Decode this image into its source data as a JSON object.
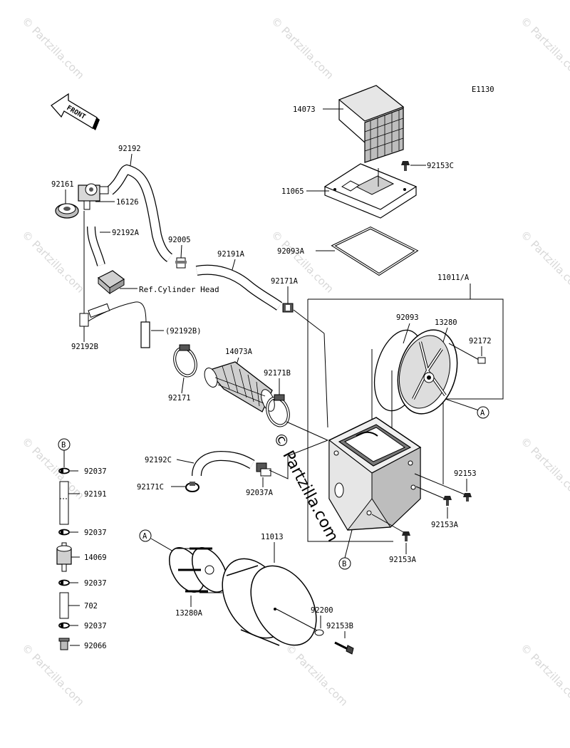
{
  "diagram_code": "E1130",
  "front_label": "FRONT",
  "watermark_text": "© Partzilla.com",
  "ref_label": "Ref.Cylinder Head",
  "parts": {
    "p14073": "14073",
    "p92153C": "92153C",
    "p11065": "11065",
    "p92093A": "92093A",
    "p92192": "92192",
    "p92161": "92161",
    "p16126": "16126",
    "p92192A": "92192A",
    "p92005": "92005",
    "p92191A": "92191A",
    "p92171A": "92171A",
    "p11011A": "11011/A",
    "p92192B": "92192B",
    "p92192B_ref": "(92192B)",
    "p92093": "92093",
    "p13280": "13280",
    "p92172": "92172",
    "p14073A": "14073A",
    "p92171": "92171",
    "p92171B": "92171B",
    "p92192C": "92192C",
    "p92171C": "92171C",
    "p92037A": "92037A",
    "p92153": "92153",
    "p92153A_1": "92153A",
    "p92153A_2": "92153A",
    "p11013": "11013",
    "p13280A": "13280A",
    "p92200": "92200",
    "p92153B": "92153B",
    "p92037_1": "92037",
    "p92191": "92191",
    "p92037_2": "92037",
    "p14069": "14069",
    "p92037_3": "92037",
    "p702": "702",
    "p92037_4": "92037",
    "p92066": "92066"
  },
  "callouts": {
    "A_top": "A",
    "A_bottom": "A",
    "B_left": "B",
    "B_bottom": "B"
  }
}
